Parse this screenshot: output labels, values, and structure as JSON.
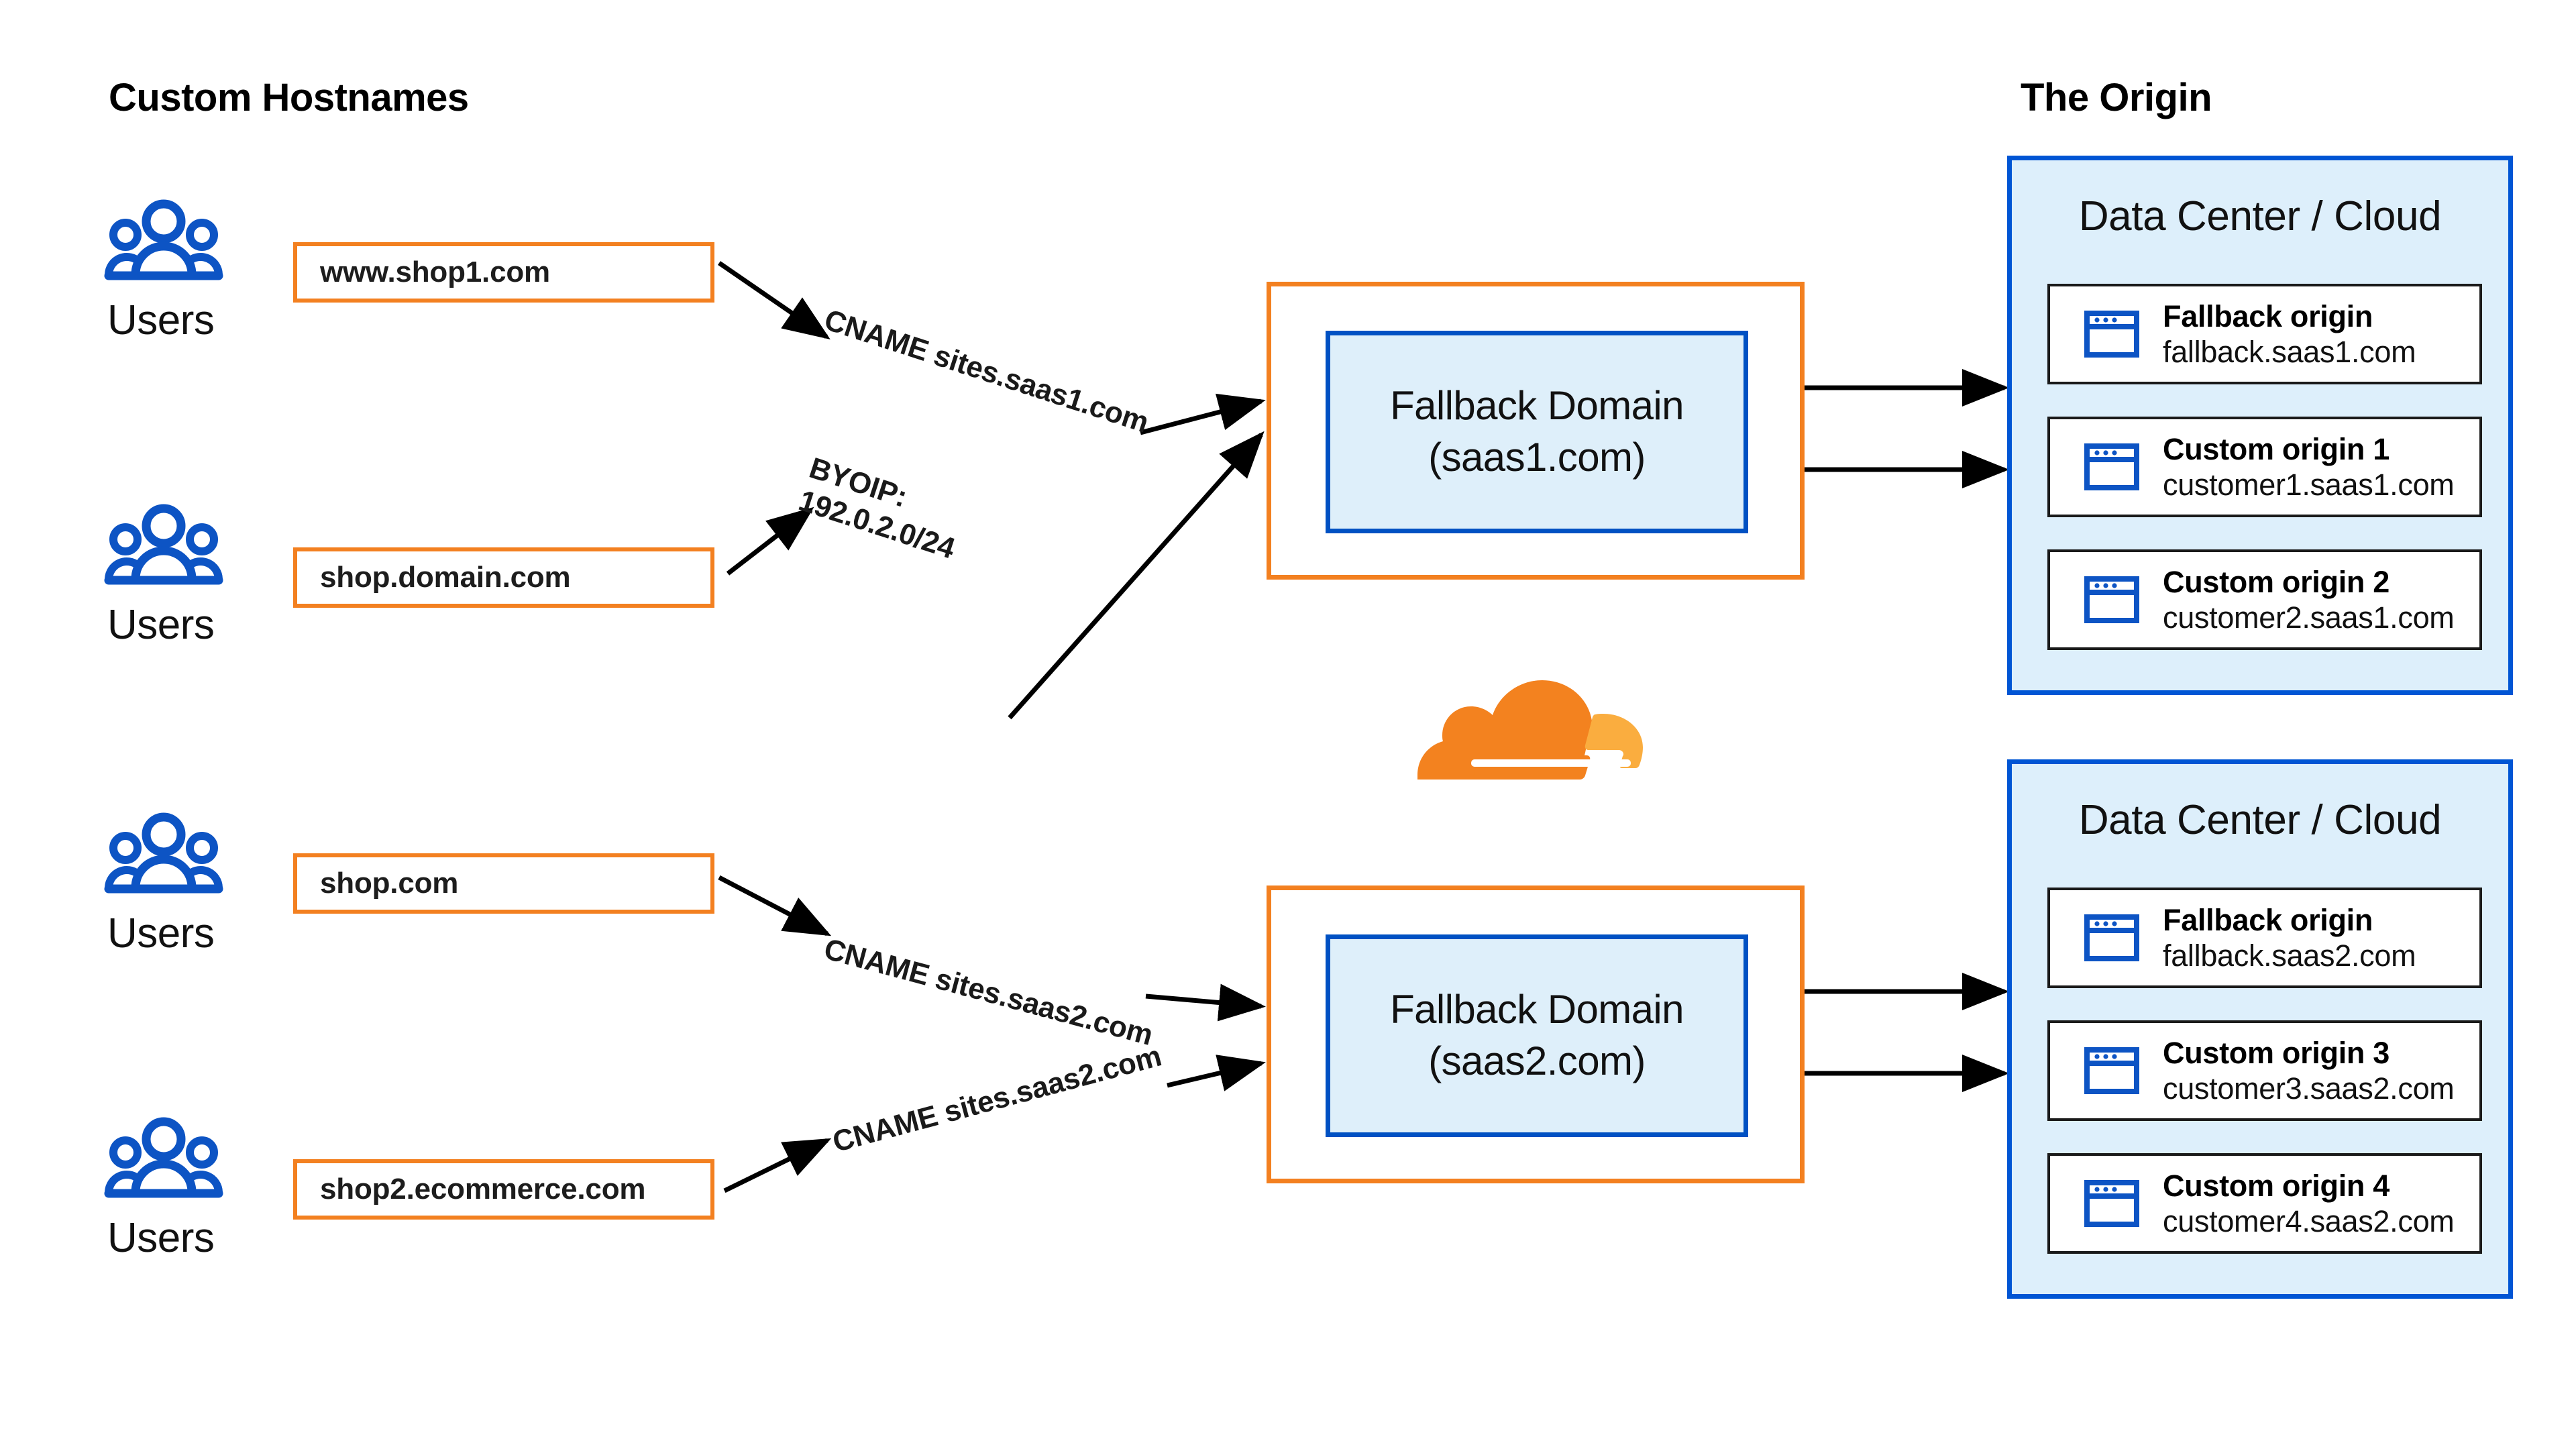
{
  "columns": {
    "left_title": "Custom Hostnames",
    "right_title": "The Origin"
  },
  "users_label": "Users",
  "custom_hostnames": [
    {
      "hostname": "www.shop1.com"
    },
    {
      "hostname": "shop.domain.com"
    },
    {
      "hostname": "shop.com"
    },
    {
      "hostname": "shop2.ecommerce.com"
    }
  ],
  "edge_labels": [
    {
      "text": "CNAME sites.saas1.com"
    },
    {
      "text": "BYOIP:",
      "text2": "192.0.2.0/24"
    },
    {
      "text": "CNAME sites.saas2.com"
    },
    {
      "text": "CNAME sites.saas2.com"
    }
  ],
  "fallback_domains": [
    {
      "line1": "Fallback Domain",
      "line2": "(saas1.com)"
    },
    {
      "line1": "Fallback Domain",
      "line2": "(saas2.com)"
    }
  ],
  "data_centers": [
    {
      "title": "Data Center / Cloud",
      "origins": [
        {
          "name": "Fallback origin",
          "host": "fallback.saas1.com"
        },
        {
          "name": "Custom origin 1",
          "host": "customer1.saas1.com"
        },
        {
          "name": "Custom origin 2",
          "host": "customer2.saas1.com"
        }
      ]
    },
    {
      "title": "Data Center / Cloud",
      "origins": [
        {
          "name": "Fallback origin",
          "host": "fallback.saas2.com"
        },
        {
          "name": "Custom origin 3",
          "host": "customer3.saas2.com"
        },
        {
          "name": "Custom origin 4",
          "host": "customer4.saas2.com"
        }
      ]
    }
  ],
  "logo": {
    "name": "cloudflare-logo",
    "color_primary": "#F3821F",
    "color_secondary": "#FAAD3F"
  },
  "icons": {
    "users": "users-group-icon",
    "origin": "browser-window-icon"
  },
  "colors": {
    "orange": "#F38020",
    "blue_border": "#0051c3",
    "blue_fill": "#deeffa",
    "dc_border": "#0055d4",
    "dc_fill": "#ddeffb",
    "icon_blue": "#0d54c4",
    "text": "#111111"
  }
}
